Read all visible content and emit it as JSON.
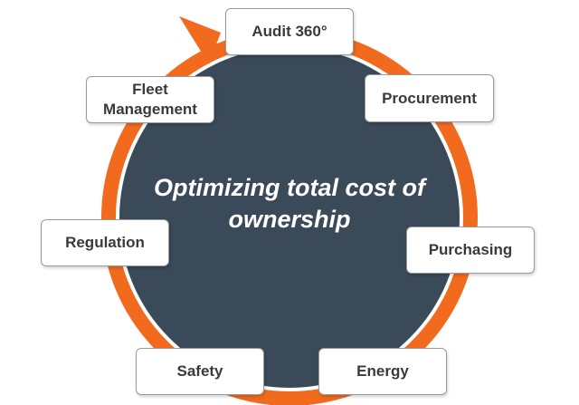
{
  "center_text": "Optimizing total cost of ownership",
  "colors": {
    "ring": "#f26a1e",
    "circle": "#3a4a59",
    "box_border": "#9a9a9a",
    "box_text": "#3a3a3a",
    "center_text": "#ffffff"
  },
  "stages": [
    "Audit 360°",
    "Procurement",
    "Purchasing",
    "Energy",
    "Safety",
    "Regulation",
    "Fleet\nManagement"
  ]
}
